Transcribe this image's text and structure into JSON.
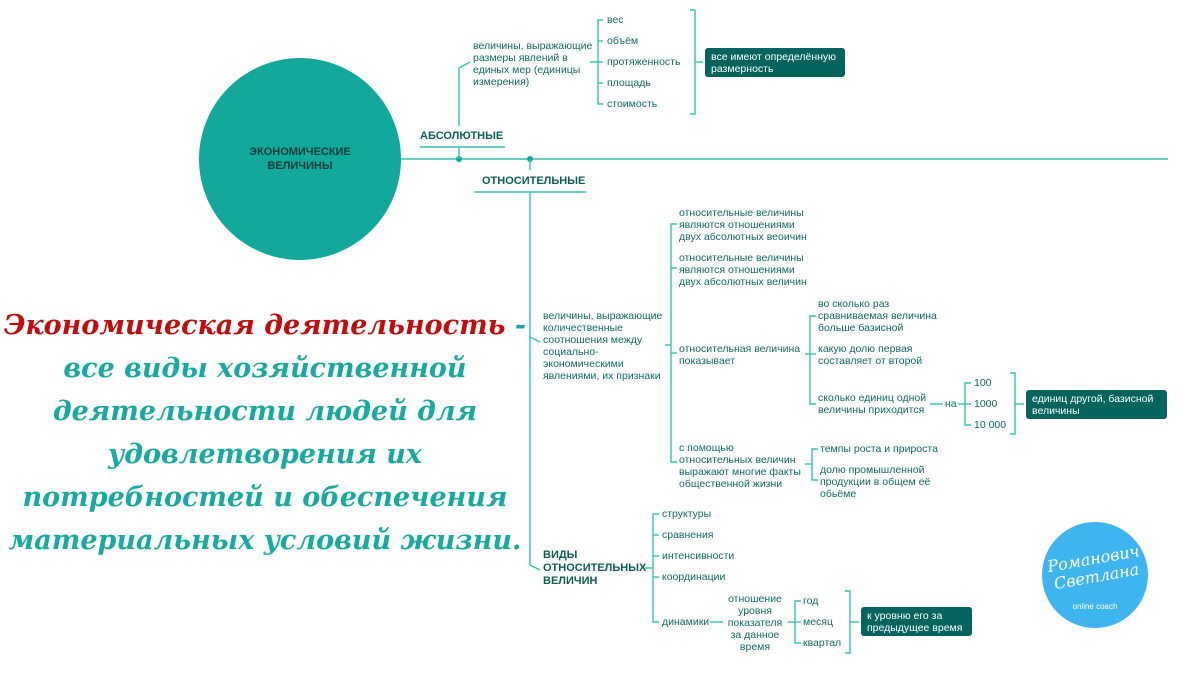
{
  "colors": {
    "teal": "#12a89c",
    "line": "#33c1b4",
    "text": "#0f6b63",
    "box": "#05645e",
    "title_red": "#c00d0d",
    "logo_blue": "#3fb5ef"
  },
  "center": "ЭКОНОМИЧЕСКИЕ ВЕЛИЧИНЫ",
  "absolute": {
    "title": "АБСОЛЮТНЫЕ",
    "description": [
      "величины, выражающие",
      "размеры явлений в",
      "единых мер (единицы",
      "измерения)"
    ],
    "items": [
      "вес",
      "объём",
      "протяженность",
      "площадь",
      "стоимость"
    ],
    "note": "все имеют определённую размерность"
  },
  "relative": {
    "title": "ОТНОСИТЕЛЬНЫЕ",
    "description": [
      "величины, выражающие",
      "количественные",
      "соотношения между",
      "социально-",
      "экономическими",
      "явлениями,  их признаки"
    ],
    "facts": [
      [
        "относительные величины",
        "являются отношениями",
        "двух абсолютных веоичин"
      ],
      [
        "относительные величины",
        "являются отношениями",
        "двух абсолютных величин"
      ],
      [
        "относительная величина",
        "показывает"
      ],
      [
        "с помощью",
        "относительных величин",
        "выражают многие факты",
        "общественной жизни"
      ]
    ],
    "shows": [
      [
        "во сколько раз",
        "сравниваемая величина",
        "больше базисной"
      ],
      [
        "какую долю первая",
        "составляет от второй"
      ],
      [
        "сколько единиц одной",
        "величины приходится"
      ]
    ],
    "na": "на",
    "numbers": [
      "100",
      "1000",
      "10 000"
    ],
    "numbers_note": "единиц другой, базисной величины",
    "express": [
      [
        "темпы роста и прироста"
      ],
      [
        "долю промышленной",
        "продукции в общем её",
        "обьёме"
      ]
    ],
    "types_title": [
      "ВИДЫ",
      "ОТНОСИТЕЛЬНЫХ",
      "ВЕЛИЧИН"
    ],
    "types": [
      "структуры",
      "сравнения",
      "интенсивности",
      "координации",
      "динамики"
    ],
    "dynamics_desc": [
      "отношение",
      "уровня",
      "показателя",
      "за данное",
      "время"
    ],
    "periods": [
      "год",
      "месяц",
      "квартал"
    ],
    "periods_note": "к уровню его за предыдущее время"
  },
  "definition": {
    "term": "Экономическая деятельность",
    "dash": " -",
    "lines": [
      "все виды хозяйственной",
      "деятельности людей для",
      "удовлетворения их",
      "потребностей и обеспечения",
      "материальных условий жизни."
    ]
  },
  "logo": {
    "name1": "Романович",
    "name2": "Светлана",
    "tagline": "online coach"
  }
}
